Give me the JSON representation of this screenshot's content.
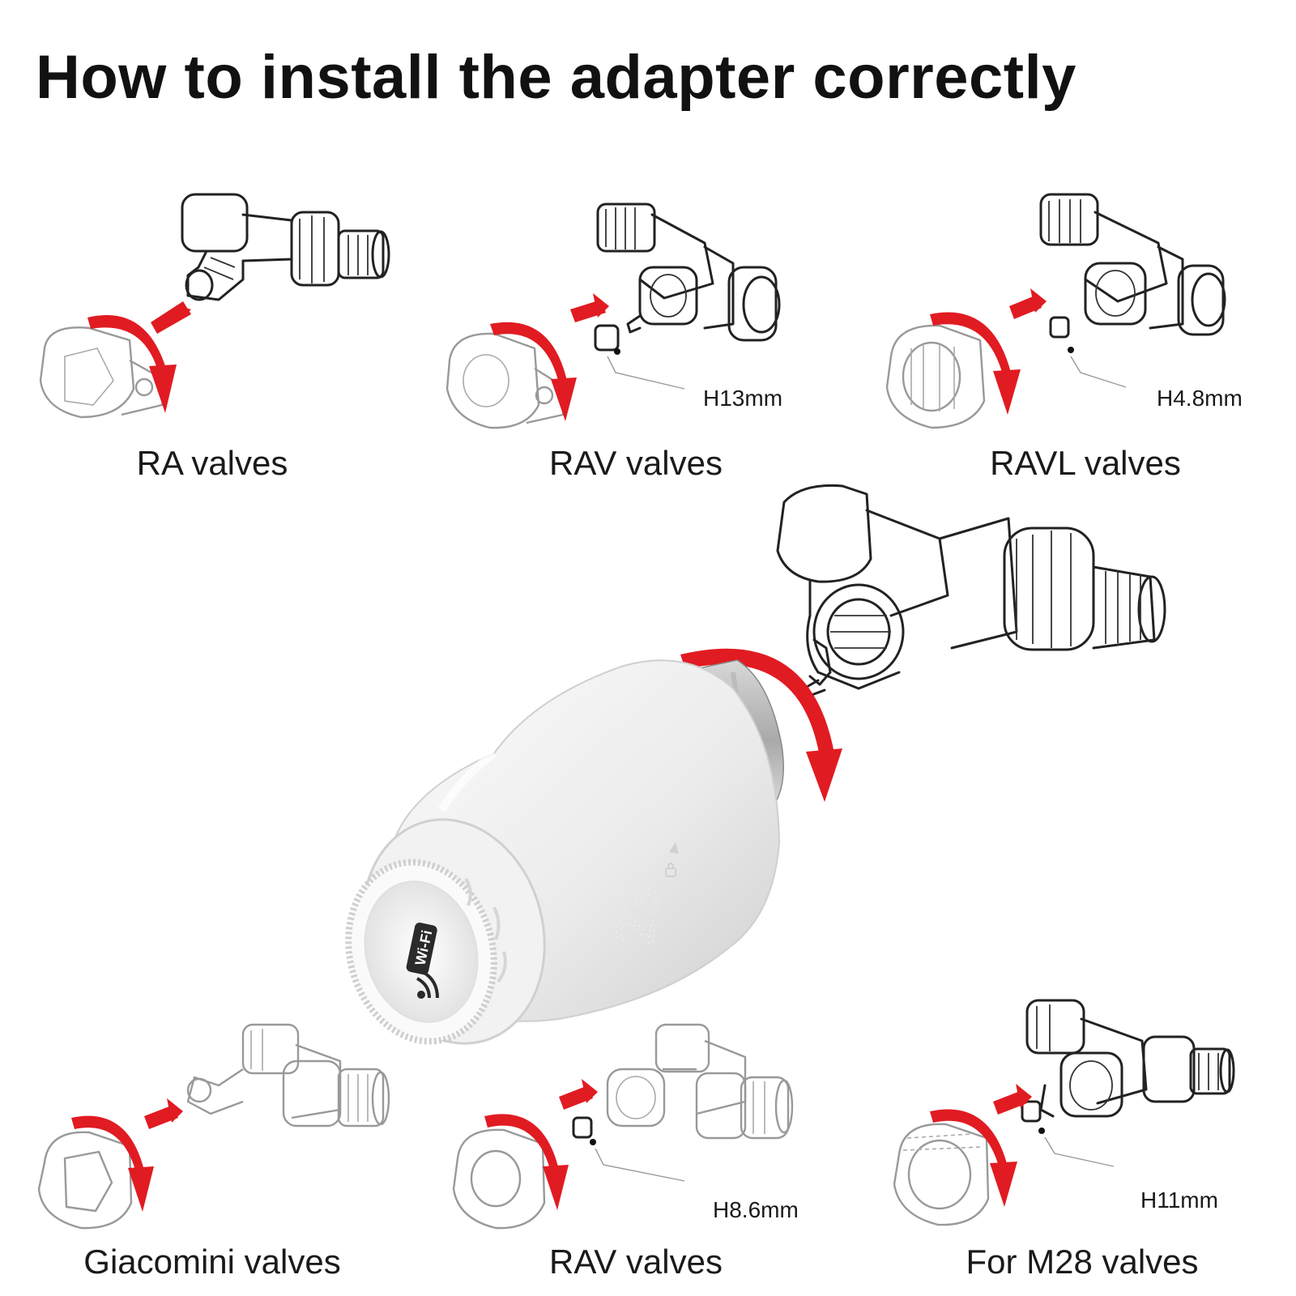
{
  "title": "How to install the adapter correctly",
  "colors": {
    "arrow": "#e11b22",
    "text": "#111111",
    "device": "#eeeeee"
  },
  "valves": [
    {
      "label": "RA valves",
      "dimension": ""
    },
    {
      "label": "RAV valves",
      "dimension": "H13mm"
    },
    {
      "label": "RAVL valves",
      "dimension": "H4.8mm"
    },
    {
      "label": "Giacomini valves",
      "dimension": ""
    },
    {
      "label": "RAV valves",
      "dimension": "H8.6mm"
    },
    {
      "label": "For M28 valves",
      "dimension": "H11mm"
    }
  ],
  "device": {
    "display_digits": "23",
    "badge_text": "Wi-Fi",
    "icons": [
      "wifi-badge-icon",
      "wifi-signal-icon",
      "lock-icon",
      "heat-icon"
    ]
  }
}
